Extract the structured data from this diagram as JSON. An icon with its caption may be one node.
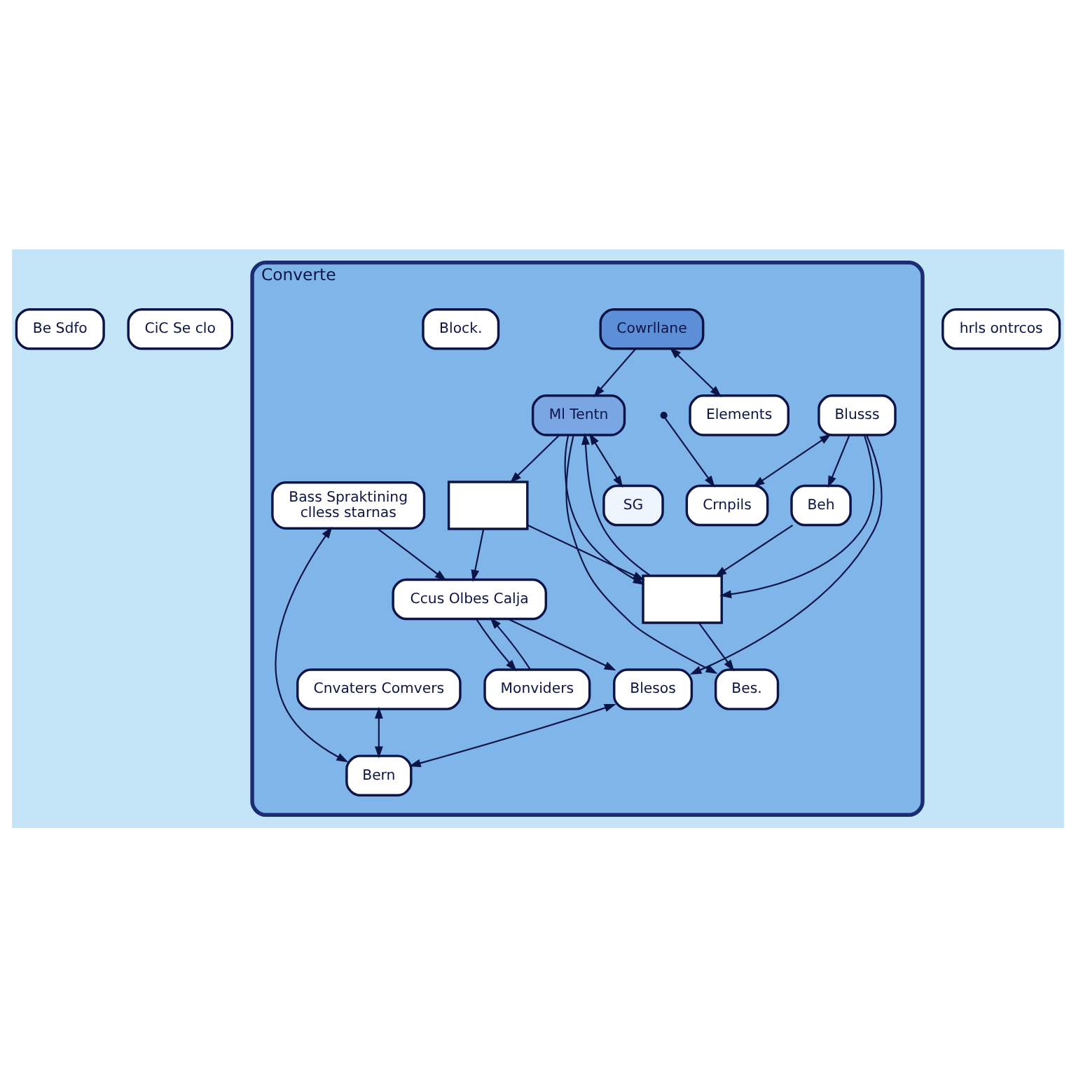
{
  "diagram": {
    "nodes": [
      {
        "text": [
          "Converte"
        ]
      },
      {
        "text": [
          "Cowrllane"
        ],
        "in": 0
      },
      {
        "text": [
          "Elements"
        ],
        "in": 0
      },
      {
        "text": [
          "Block."
        ],
        "in": 0
      },
      {
        "text": [
          "Bes."
        ],
        "in": 0
      },
      {
        "text": [
          "Beh"
        ],
        "in": 0
      },
      {
        "text": [
          "Ml Tentn"
        ],
        "in": 0
      },
      {
        "text": [
          "SG"
        ],
        "in": 0
      },
      {
        "text": [],
        "shape": "box",
        "in": 0
      },
      {
        "text": [
          "Monviders"
        ],
        "in": 0
      },
      {
        "text": [
          "Blusss"
        ],
        "in": 0
      },
      {
        "text": [],
        "shape": "box",
        "in": 0
      },
      {
        "text": [
          "Ccus Olbes Calja"
        ],
        "in": 0
      },
      {
        "text": [
          "Crnpils"
        ],
        "in": 0
      },
      {
        "text": [
          "Blesos"
        ],
        "in": 0
      },
      {
        "text": [
          "Cnvaters Comvers"
        ],
        "in": 0
      },
      {
        "text": [
          "Bass Spraktining",
          "clless starnas"
        ],
        "in": 0
      },
      {
        "text": [
          "Bern"
        ],
        "in": 0
      },
      {
        "text": [
          "Be Sdfo"
        ]
      },
      {
        "text": [
          "CiC Se clo"
        ]
      },
      {
        "text": [
          "hrls ontrcos"
        ]
      }
    ],
    "edges": [
      {
        "from": 1,
        "to": 2,
        "arrow": "both"
      },
      {
        "from": 1,
        "to": 6,
        "arrow": "to"
      },
      {
        "from": 6,
        "to": 7,
        "arrow": "both"
      },
      {
        "from": 8,
        "to": 6,
        "arrow": "to"
      },
      {
        "from": 6,
        "to": 4,
        "arrow": "to"
      },
      {
        "from": 6,
        "to": 8,
        "arrow": "to"
      },
      {
        "from": 8,
        "to": 4,
        "arrow": "to"
      },
      {
        "from": 5,
        "to": 8,
        "arrow": "to"
      },
      {
        "from": 10,
        "to": 5,
        "arrow": "to"
      },
      {
        "from": 10,
        "to": 8,
        "arrow": "to"
      },
      {
        "from": 11,
        "to": 8,
        "arrow": "to"
      },
      {
        "from": 6,
        "to": 11,
        "arrow": "to"
      },
      {
        "from": 12,
        "to": 9,
        "arrow": "to"
      },
      {
        "from": 9,
        "to": 12,
        "arrow": "to"
      },
      {
        "from": 11,
        "to": 12,
        "arrow": "to"
      },
      {
        "from": 10,
        "to": 13,
        "arrow": "both"
      },
      {
        "from": 10,
        "to": 14,
        "arrow": "to"
      },
      {
        "from": null,
        "to": 13,
        "arrow": "to"
      },
      {
        "from": 12,
        "to": 14,
        "arrow": "to"
      },
      {
        "from": 16,
        "to": 12,
        "arrow": "to"
      },
      {
        "from": 14,
        "to": 17,
        "arrow": "both"
      },
      {
        "from": 15,
        "to": 17,
        "arrow": "both"
      },
      {
        "from": 16,
        "to": 17,
        "arrow": "both"
      }
    ]
  }
}
